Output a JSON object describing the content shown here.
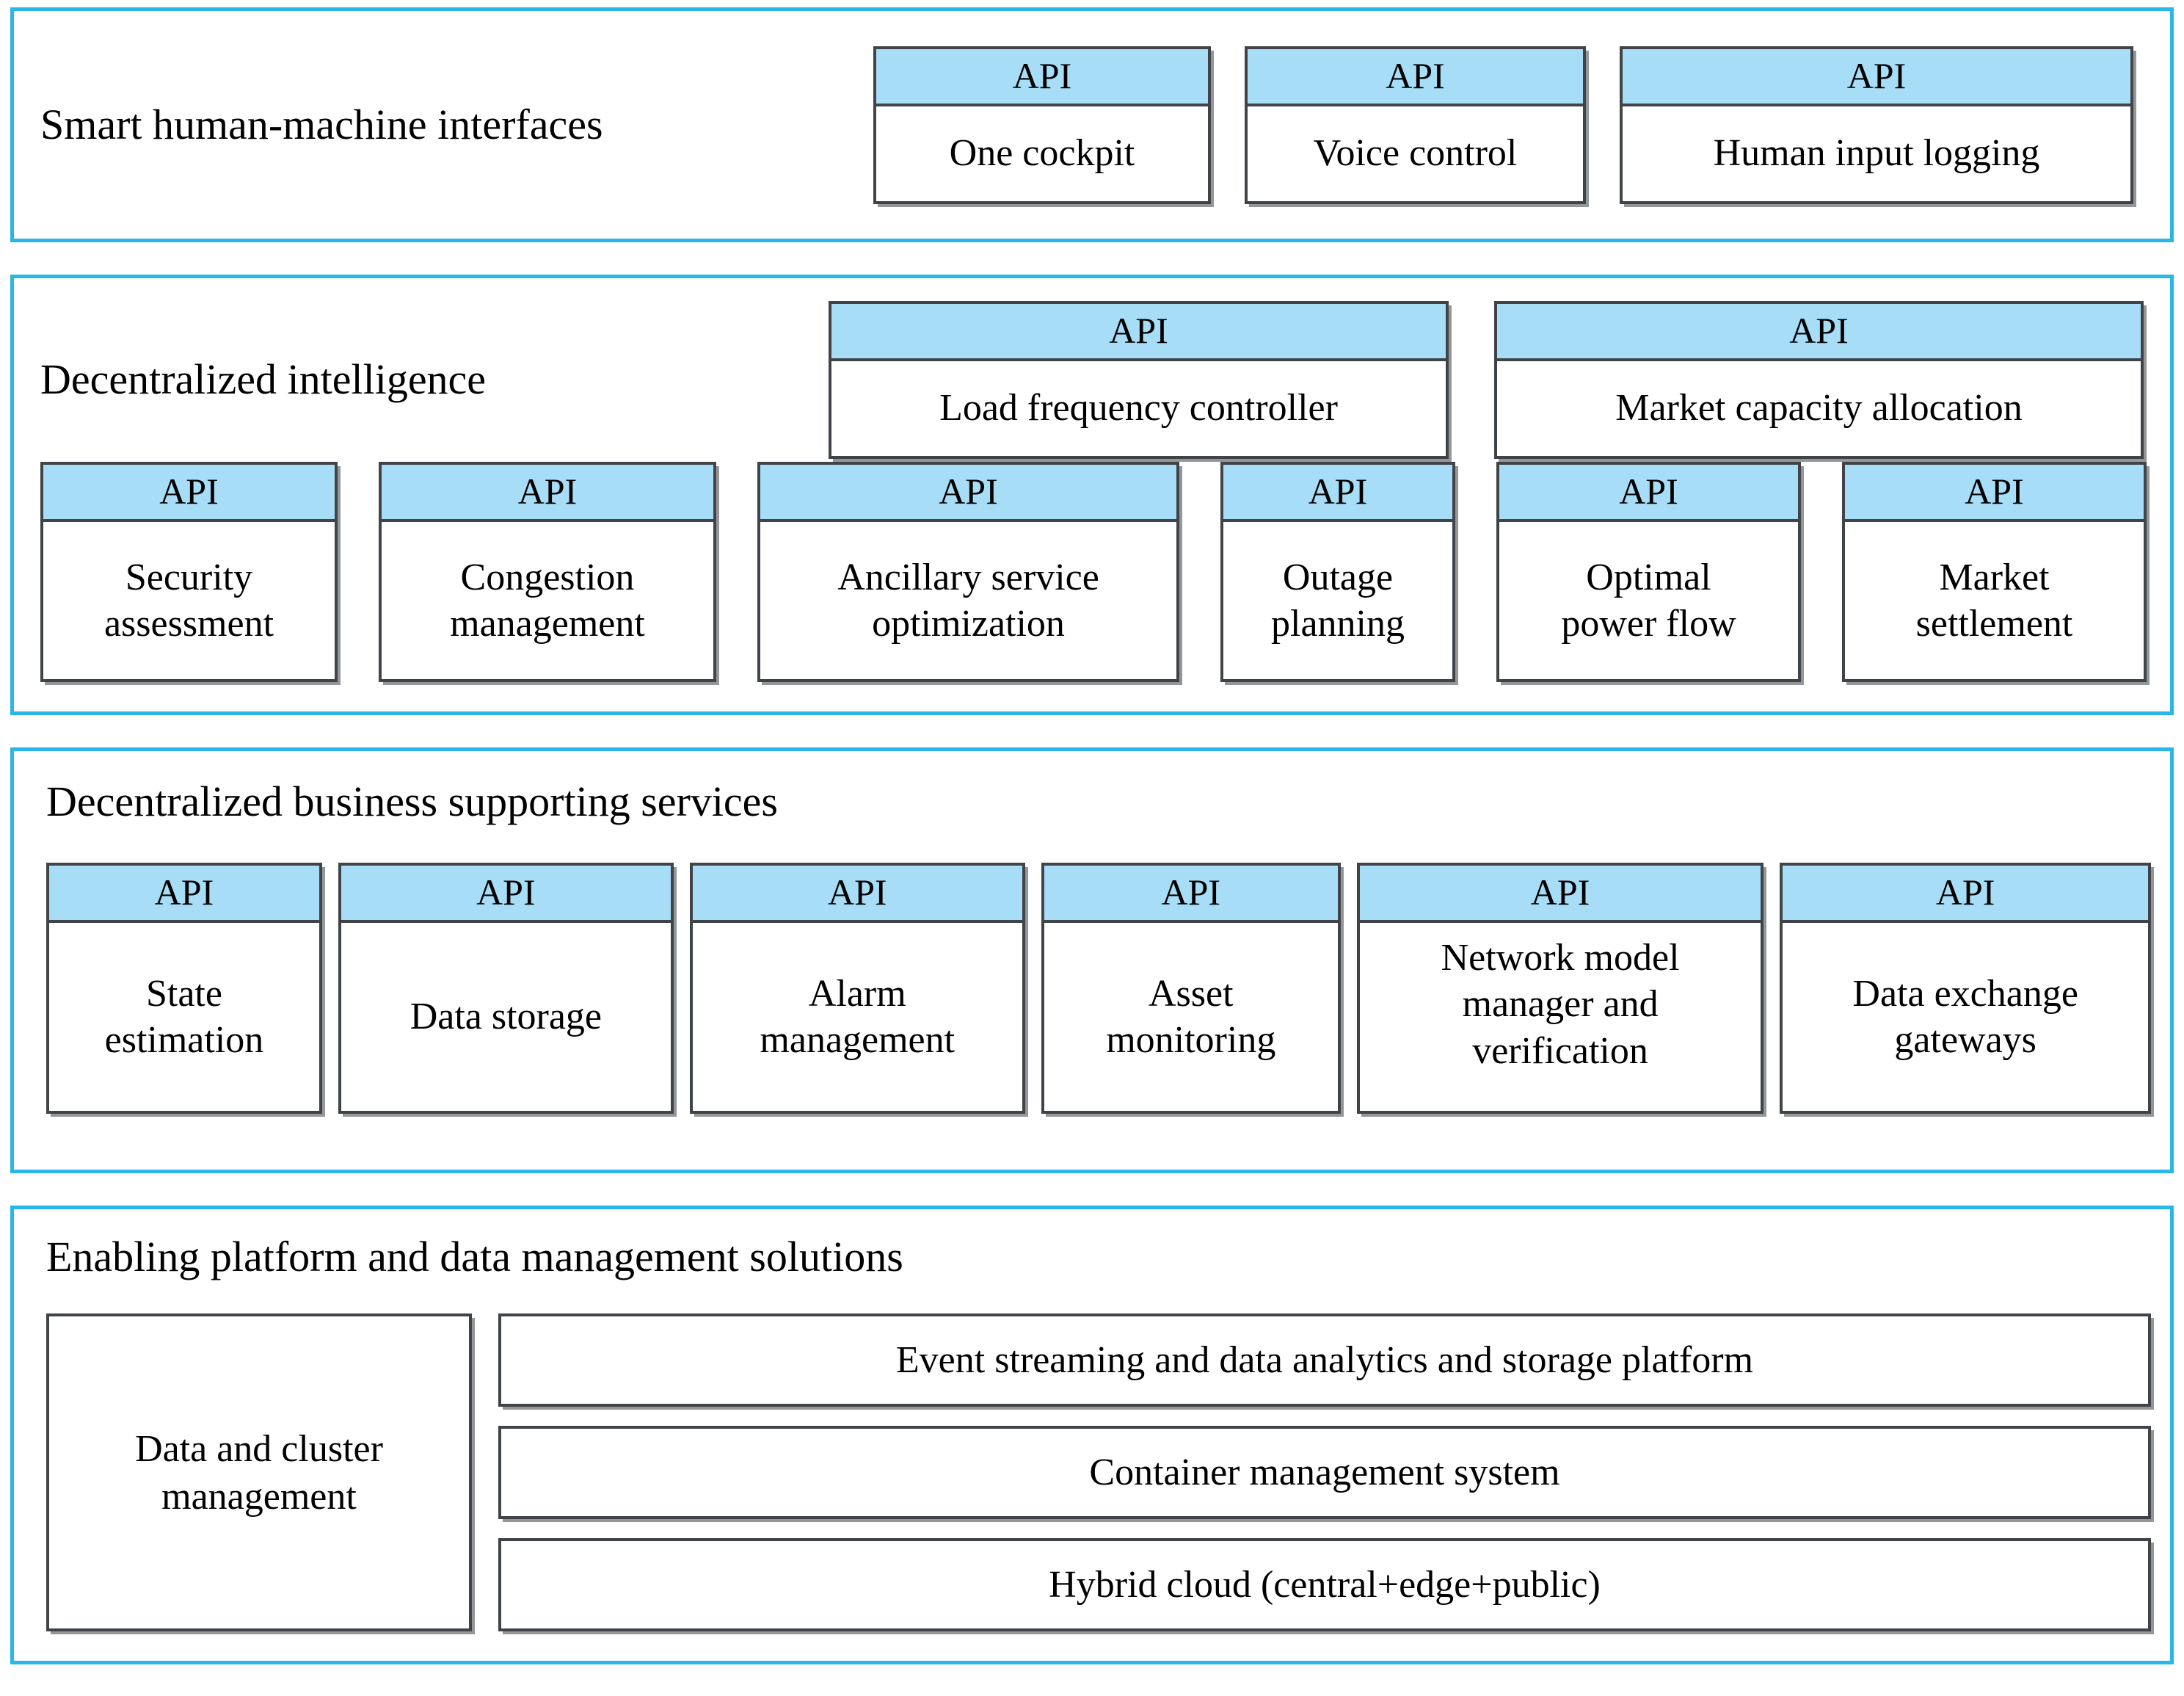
{
  "api_label": "API",
  "colors": {
    "panel_border": "#29B6E8",
    "api_header_bg": "#A8DDF7",
    "box_border": "#404448",
    "background": "#FFFFFF"
  },
  "layers": [
    {
      "title": "Smart human-machine interfaces",
      "boxes": [
        {
          "header": "API",
          "label": "One cockpit"
        },
        {
          "header": "API",
          "label": "Voice control"
        },
        {
          "header": "API",
          "label": "Human input logging"
        }
      ]
    },
    {
      "title": "Decentralized intelligence",
      "top_boxes": [
        {
          "header": "API",
          "label": "Load frequency controller"
        },
        {
          "header": "API",
          "label": "Market capacity allocation"
        }
      ],
      "boxes": [
        {
          "header": "API",
          "label": "Security\nassessment"
        },
        {
          "header": "API",
          "label": "Congestion\nmanagement"
        },
        {
          "header": "API",
          "label": "Ancillary service\noptimization"
        },
        {
          "header": "API",
          "label": "Outage\nplanning"
        },
        {
          "header": "API",
          "label": "Optimal\npower flow"
        },
        {
          "header": "API",
          "label": "Market\nsettlement"
        }
      ]
    },
    {
      "title": "Decentralized business supporting services",
      "boxes": [
        {
          "header": "API",
          "label": "State\nestimation"
        },
        {
          "header": "API",
          "label": "Data storage"
        },
        {
          "header": "API",
          "label": "Alarm\nmanagement"
        },
        {
          "header": "API",
          "label": "Asset\nmonitoring"
        },
        {
          "header": "API",
          "label": "Network model\nmanager and\nverification"
        },
        {
          "header": "API",
          "label": "Data exchange\ngateways"
        }
      ]
    },
    {
      "title": "Enabling platform and data management solutions",
      "side_box": {
        "label": "Data and cluster\nmanagement"
      },
      "stacked_boxes": [
        {
          "label": "Event streaming and data analytics and storage platform"
        },
        {
          "label": "Container management system"
        },
        {
          "label": "Hybrid cloud (central+edge+public)"
        }
      ]
    }
  ]
}
